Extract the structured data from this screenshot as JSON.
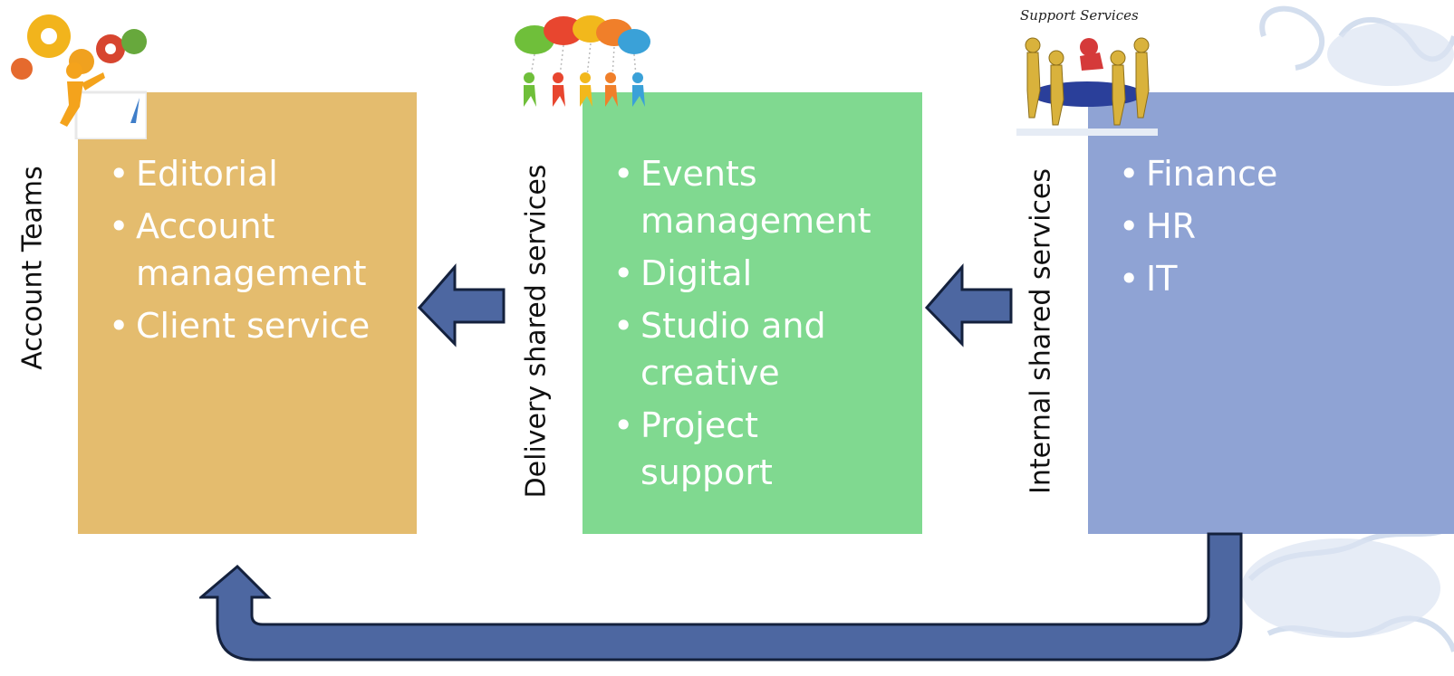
{
  "colors": {
    "account": "#e4bc6e",
    "delivery": "#80d990",
    "internal": "#8fa3d4",
    "arrow_fill": "#4d67a1",
    "arrow_stroke": "#14213d"
  },
  "icons": {
    "account": "gears-person-icon",
    "delivery": "team-celebration-icon",
    "internal": "support-team-icon"
  },
  "columns": [
    {
      "label": "Account Teams",
      "items": [
        "Editorial",
        "Account management",
        "Client service"
      ]
    },
    {
      "label": "Delivery shared services",
      "items": [
        "Events management",
        "Digital",
        "Studio and creative",
        "Project support"
      ]
    },
    {
      "label": "Internal shared services",
      "items": [
        "Finance",
        "HR",
        "IT"
      ]
    }
  ],
  "support_icon_caption": "Support Services"
}
